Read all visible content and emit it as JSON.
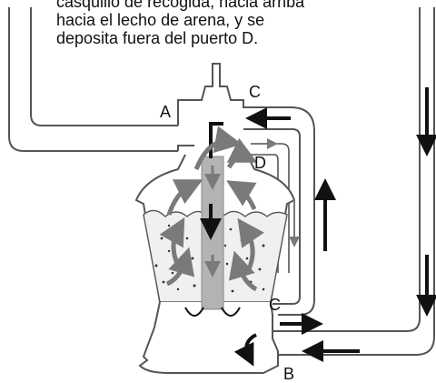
{
  "caption": {
    "line1": "casquillo de recogida, hacia arriba",
    "line2": "hacia el lecho de arena, y se",
    "line3": "deposita fuera del puerto D."
  },
  "labels": {
    "a": "A",
    "b": "B",
    "c_top": "C",
    "c_bottom": "C",
    "d": "D"
  },
  "colors": {
    "outline": "#555555",
    "arrow_dark": "#111111",
    "arrow_gray": "#7a7a7a",
    "center_pipe": "#b3b3b3",
    "sand": "#f0f0f0"
  }
}
